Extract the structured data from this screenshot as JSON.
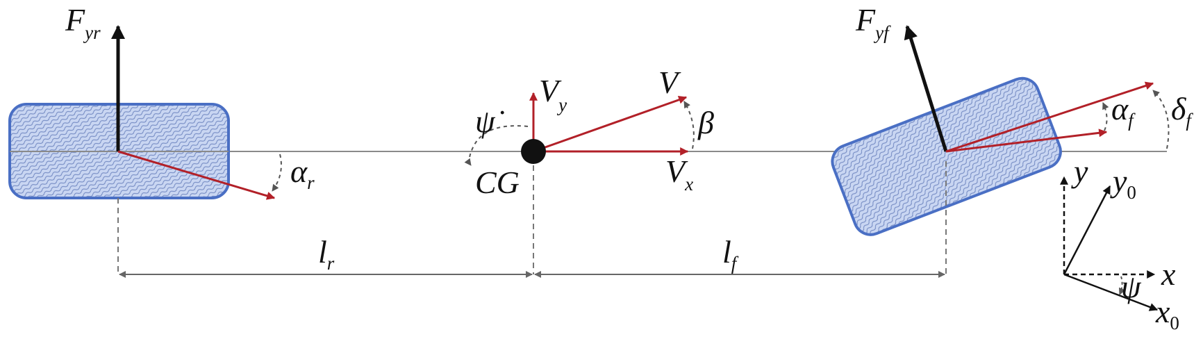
{
  "labels": {
    "fyr_main": "F",
    "fyr_sub": "yr",
    "fyf_main": "F",
    "fyf_sub": "yf",
    "vy_main": "V",
    "vy_sub": "y",
    "v": "V",
    "vx_main": "V",
    "vx_sub": "x",
    "beta": "β",
    "psi_dot": "ψ̇",
    "cg": "CG",
    "alpha_r_main": "α",
    "alpha_r_sub": "r",
    "alpha_f_main": "α",
    "alpha_f_sub": "f",
    "delta_f_main": "δ",
    "delta_f_sub": "f",
    "lr_main": "l",
    "lr_sub": "r",
    "lf_main": "l",
    "lf_sub": "f",
    "axis_y": "y",
    "axis_y0_main": "y",
    "axis_y0_sub": "0",
    "axis_x": "x",
    "axis_x0_main": "x",
    "axis_x0_sub": "0",
    "psi": "ψ"
  },
  "colors": {
    "tire_fill": "#c9d6f2",
    "tire_stroke": "#4a6fc4",
    "velocity_red": "#b22028",
    "force_black": "#111111",
    "baseline_gray": "#8a8a8a",
    "dim_gray": "#666666"
  }
}
